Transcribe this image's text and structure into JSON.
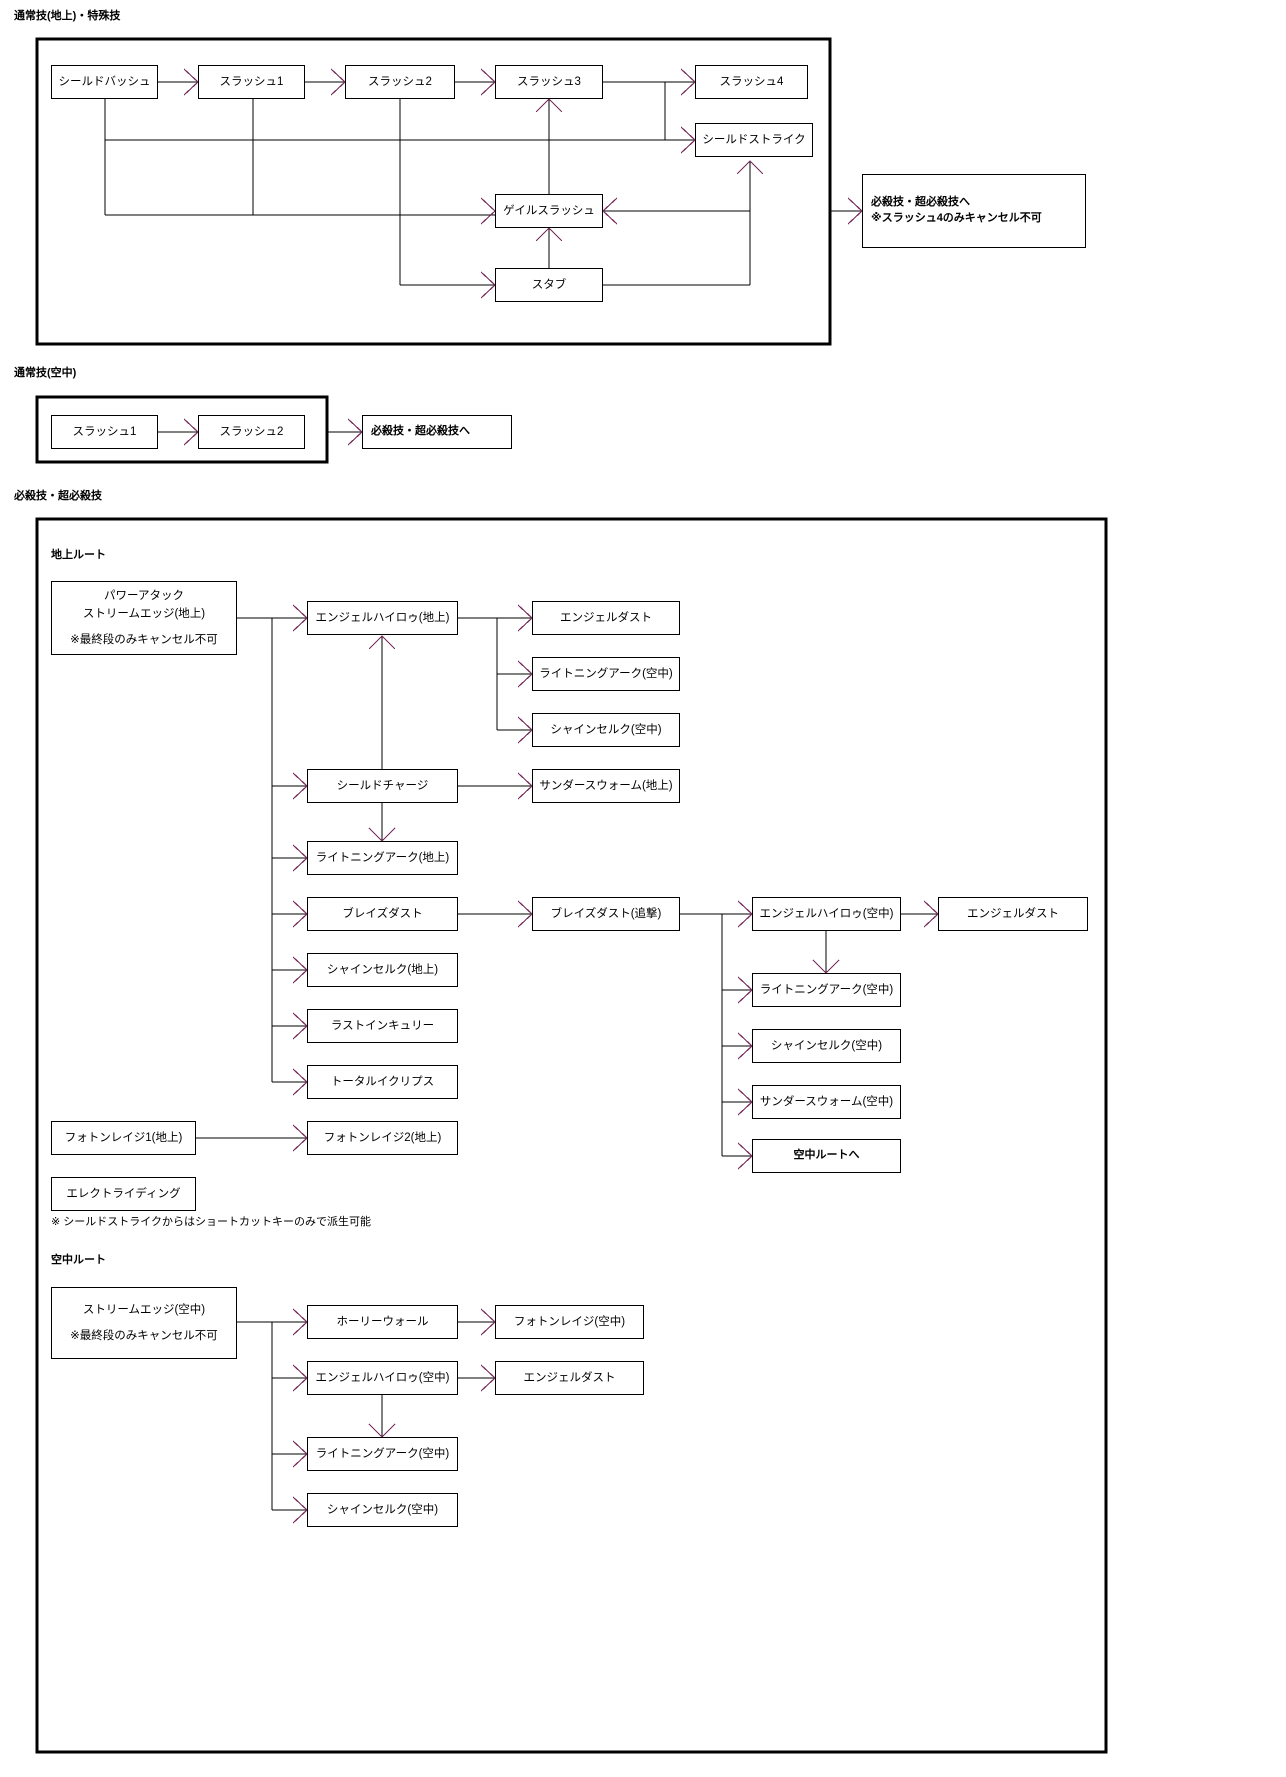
{
  "sections": [
    {
      "id": "ground-normal",
      "title": "通常技(地上)・特殊技"
    },
    {
      "id": "air-normal",
      "title": "通常技(空中)"
    },
    {
      "id": "specials",
      "title": "必殺技・超必殺技"
    }
  ],
  "subtitles": {
    "ground_route": "地上ルート",
    "air_route": "空中ルート"
  },
  "notes": {
    "shortcut": "※ シールドストライクからはショートカットキーのみで派生可能"
  },
  "colors": {
    "line": "#000000",
    "arrow": "#7b2d5e",
    "frame": "#000000",
    "background": "#ffffff"
  },
  "nodes": {
    "shield_bash": "シールドバッシュ",
    "slash1": "スラッシュ1",
    "slash2": "スラッシュ2",
    "slash3": "スラッシュ3",
    "slash4": "スラッシュ4",
    "shield_strike": "シールドストライク",
    "gale_slash": "ゲイルスラッシュ",
    "stab": "スタブ",
    "to_specials_1": "必殺技・超必殺技へ",
    "to_specials_1b": "※スラッシュ4のみキャンセル不可",
    "air_slash1": "スラッシュ1",
    "air_slash2": "スラッシュ2",
    "to_specials_2": "必殺技・超必殺技へ",
    "power_attack": "パワーアタック",
    "stream_edge_ground": "ストリームエッジ(地上)",
    "cancel_note_ground": "※最終段のみキャンセル不可",
    "angel_halo_ground": "エンジェルハイロゥ(地上)",
    "angel_dust_1": "エンジェルダスト",
    "lightning_arc_air_1": "ライトニングアーク(空中)",
    "shine_selk_air_1": "シャインセルク(空中)",
    "shield_charge": "シールドチャージ",
    "thunder_swarm_ground": "サンダースウォーム(地上)",
    "lightning_arc_ground": "ライトニングアーク(地上)",
    "blaze_dust": "ブレイズダスト",
    "blaze_dust_chase": "ブレイズダスト(追撃)",
    "shine_selk_ground": "シャインセルク(地上)",
    "last_incurry": "ラストインキュリー",
    "total_eclipse": "トータルイクリプス",
    "photon_rage1_ground": "フォトンレイジ1(地上)",
    "photon_rage2_ground": "フォトンレイジ2(地上)",
    "electriding": "エレクトライディング",
    "angel_halo_air_r": "エンジェルハイロゥ(空中)",
    "angel_dust_r": "エンジェルダスト",
    "lightning_arc_air_r": "ライトニングアーク(空中)",
    "shine_selk_air_r": "シャインセルク(空中)",
    "thunder_swarm_air_r": "サンダースウォーム(空中)",
    "to_air_route": "空中ルートへ",
    "stream_edge_air": "ストリームエッジ(空中)",
    "cancel_note_air": "※最終段のみキャンセル不可",
    "holy_wall": "ホーリーウォール",
    "photon_rage_air": "フォトンレイジ(空中)",
    "angel_halo_air_b": "エンジェルハイロゥ(空中)",
    "angel_dust_b": "エンジェルダスト",
    "lightning_arc_air_b": "ライトニングアーク(空中)",
    "shine_selk_air_b": "シャインセルク(空中)"
  }
}
